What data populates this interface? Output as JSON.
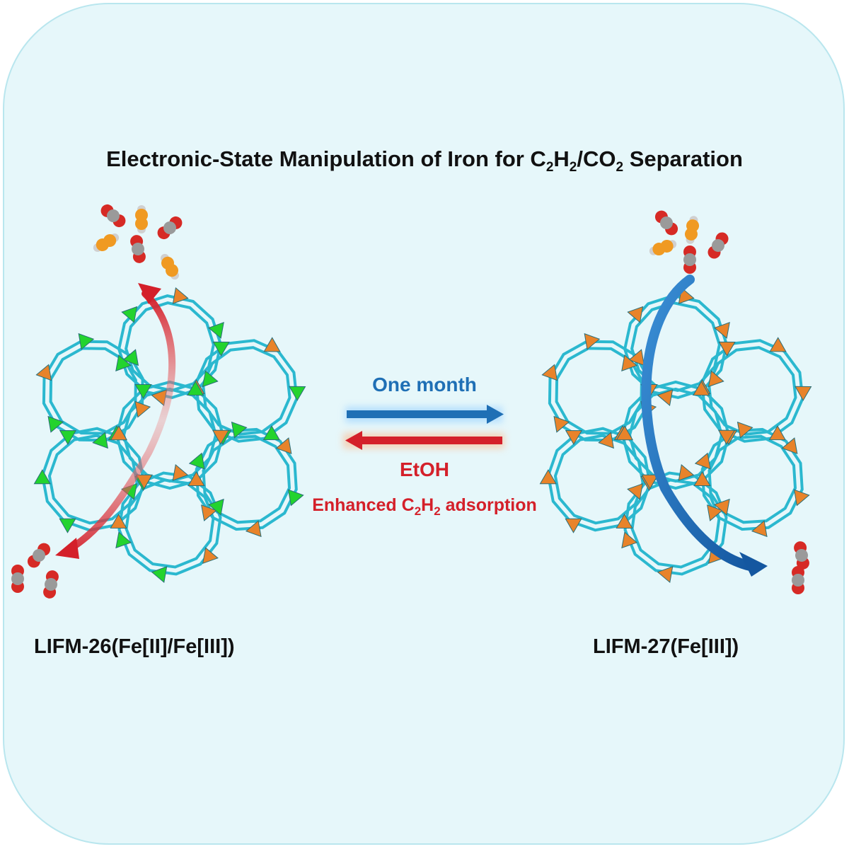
{
  "title": {
    "prefix": "Electronic-State Manipulation of Iron for C",
    "sub1": "2",
    "mid1": "H",
    "sub2": "2",
    "mid2": "/CO",
    "sub3": "2",
    "suffix": " Separation"
  },
  "forward": {
    "label": "One month",
    "color": "#1f6fb5"
  },
  "reverse": {
    "label": "EtOH",
    "color": "#d4202a",
    "note_prefix": "Enhanced C",
    "note_sub1": "2",
    "note_mid": "H",
    "note_sub2": "2",
    "note_suffix": " adsorption"
  },
  "left_structure": {
    "label": "LIFM-26(Fe[II]/Fe[III])"
  },
  "right_structure": {
    "label": "LIFM-27(Fe[III])"
  },
  "colors": {
    "framework": "#2bb8cf",
    "fe3_node": "#e8832a",
    "fe2_node": "#23d32e",
    "oxygen": "#d62a25",
    "carbon": "#9a9a9a",
    "acetylene": "#f09a22"
  }
}
